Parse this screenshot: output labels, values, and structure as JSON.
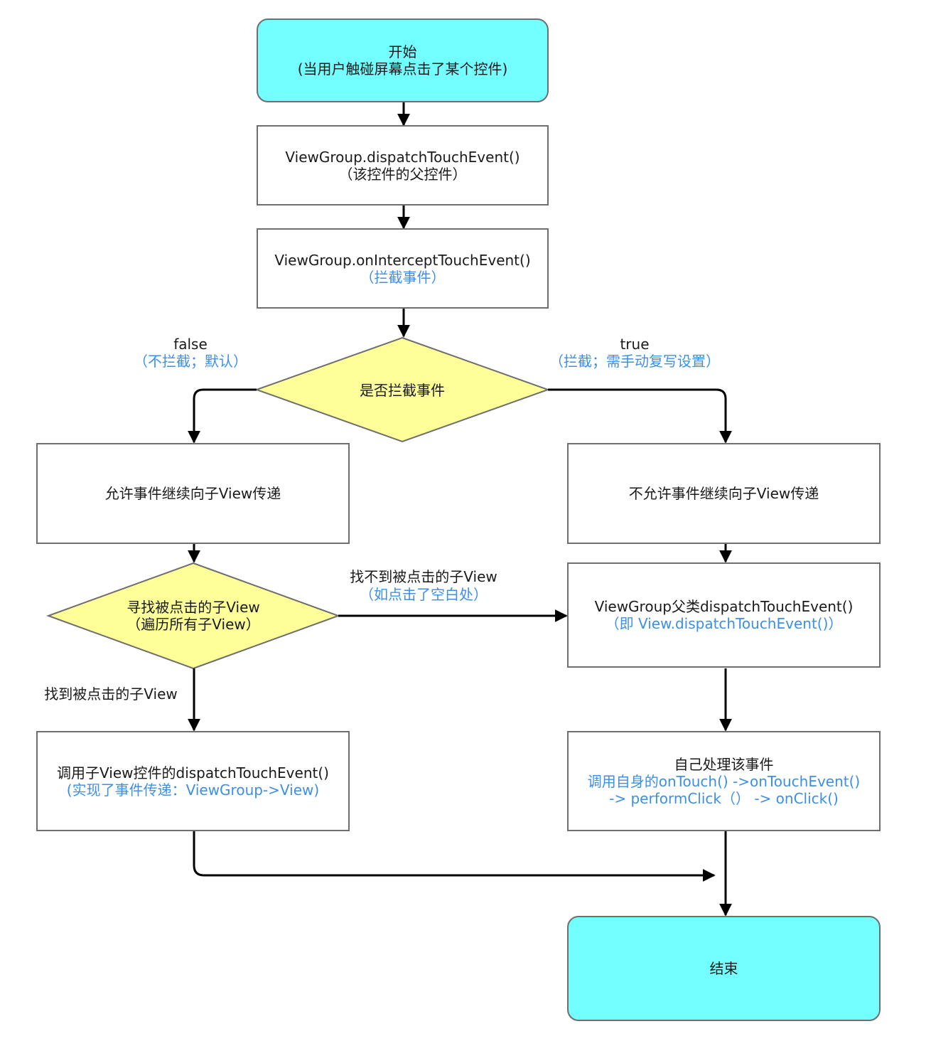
{
  "colors": {
    "terminal_fill": "#73feff",
    "decision_fill": "#ffff99",
    "border": "#6e6e6e",
    "highlight_text": "#3d8fe6",
    "arrow": "#000000"
  },
  "nodes": {
    "start": {
      "line1": "开始",
      "line2": "(当用户触碰屏幕点击了某个控件)"
    },
    "dispatch": {
      "line1": "ViewGroup.dispatchTouchEvent()",
      "line2": "（该控件的父控件）"
    },
    "intercept": {
      "line1": "ViewGroup.onInterceptTouchEvent()",
      "line2": "（拦截事件）"
    },
    "decision_intercept": {
      "text": "是否拦截事件"
    },
    "allow": {
      "text": "允许事件继续向子View传递"
    },
    "disallow": {
      "text": "不允许事件继续向子View传递"
    },
    "decision_find": {
      "line1": "寻找被点击的子View",
      "line2": "（遍历所有子View）"
    },
    "parent_dispatch": {
      "line1": "ViewGroup父类dispatchTouchEvent()",
      "line2": "（即 View.dispatchTouchEvent()）"
    },
    "child_dispatch": {
      "line1": "调用子View控件的dispatchTouchEvent()",
      "line2": "(实现了事件传递：ViewGroup->View)"
    },
    "self_handle": {
      "line1": "自己处理该事件",
      "line2_prefix": "调用自身的",
      "line2_rest": "onTouch() ->onTouchEvent()",
      "line3": "-> performClick（） -> onClick()"
    },
    "end": {
      "text": "结束"
    }
  },
  "edge_labels": {
    "false_label": "false",
    "false_note": "（不拦截；默认）",
    "true_label": "true",
    "true_note": "（拦截；需手动复写设置）",
    "not_found": "找不到被点击的子View",
    "not_found_note": "（如点击了空白处）",
    "found": "找到被点击的子View"
  }
}
